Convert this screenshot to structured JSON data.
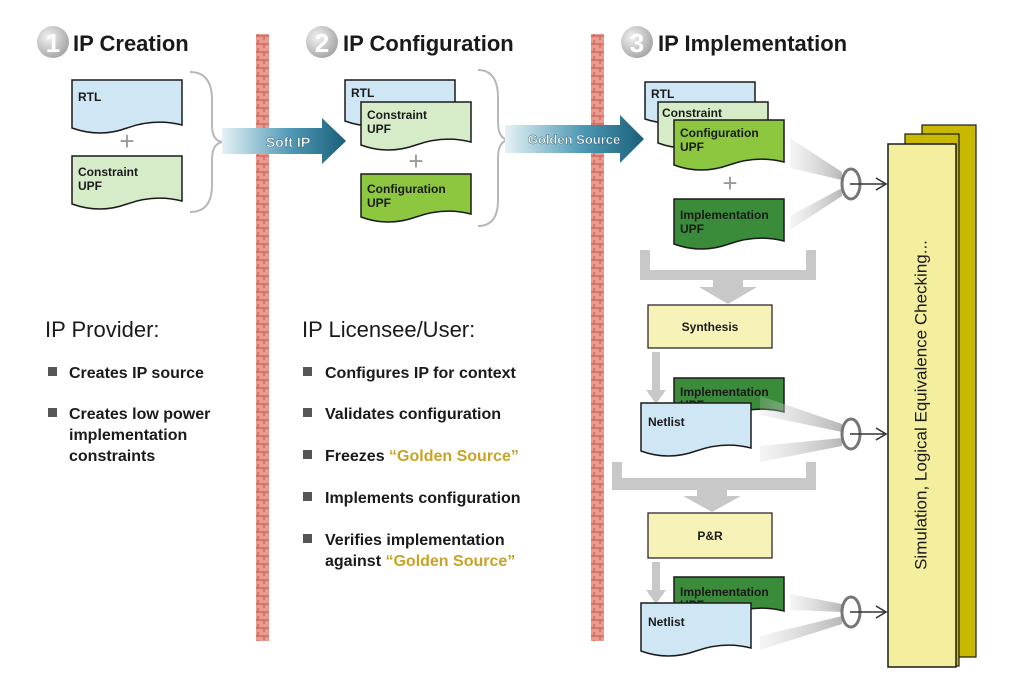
{
  "stages": [
    {
      "number": "1",
      "title": "IP Creation"
    },
    {
      "number": "2",
      "title": "IP Configuration"
    },
    {
      "number": "3",
      "title": "IP Implementation"
    }
  ],
  "creation": {
    "rtl": "RTL",
    "constraint": [
      "Constraint",
      "UPF"
    ],
    "plus": "+"
  },
  "configuration": {
    "rtl": "RTL",
    "constraint": [
      "Constraint",
      "UPF"
    ],
    "plus": "+",
    "config": [
      "Configuration",
      "UPF"
    ]
  },
  "implementation": {
    "rtl": "RTL",
    "constraint": "Constraint",
    "config": [
      "Configuration",
      "UPF"
    ],
    "plus": "+",
    "impl": [
      "Implementation",
      "UPF"
    ],
    "synthesis": "Synthesis",
    "netlist1": "Netlist",
    "impl_doc1": [
      "Implementation",
      "UPF"
    ],
    "pr": "P&R",
    "netlist2": "Netlist",
    "impl_doc2": [
      "Implementation",
      "UPF"
    ],
    "verification": "Simulation, Logical Equivalence Checking..."
  },
  "arrows": {
    "soft_ip": "Soft IP",
    "golden_source": "Golden Source"
  },
  "provider": {
    "title": "IP Provider:",
    "bullets": [
      [
        "Creates IP source"
      ],
      [
        "Creates low power",
        "implementation",
        "constraints"
      ]
    ]
  },
  "licensee": {
    "title": "IP Licensee/User:",
    "bullets": [
      [
        {
          "text": "Configures IP for context"
        }
      ],
      [
        {
          "text": "Validates configuration"
        }
      ],
      [
        {
          "text": "Freezes "
        },
        {
          "text": "“Golden Source”",
          "highlight": true
        }
      ],
      [
        {
          "text": "Implements configuration"
        }
      ],
      [
        {
          "text": "Verifies implementation"
        }
      ],
      [
        {
          "text": "against "
        },
        {
          "text": "“Golden Source”",
          "highlight": true
        }
      ]
    ]
  },
  "colors": {
    "divider": "#e0857a",
    "doc_blue": "#cfe6f5",
    "doc_lightgreen": "#d6ecc8",
    "doc_green": "#8dc63f",
    "doc_darkgreen": "#3a8b3a",
    "step_box": "#f7f3b8",
    "verify_box": "#f3ef9e",
    "verify_back": "#c9b800",
    "highlight_text": "#c9a227",
    "arrow_teal": "#1f6f8b"
  }
}
